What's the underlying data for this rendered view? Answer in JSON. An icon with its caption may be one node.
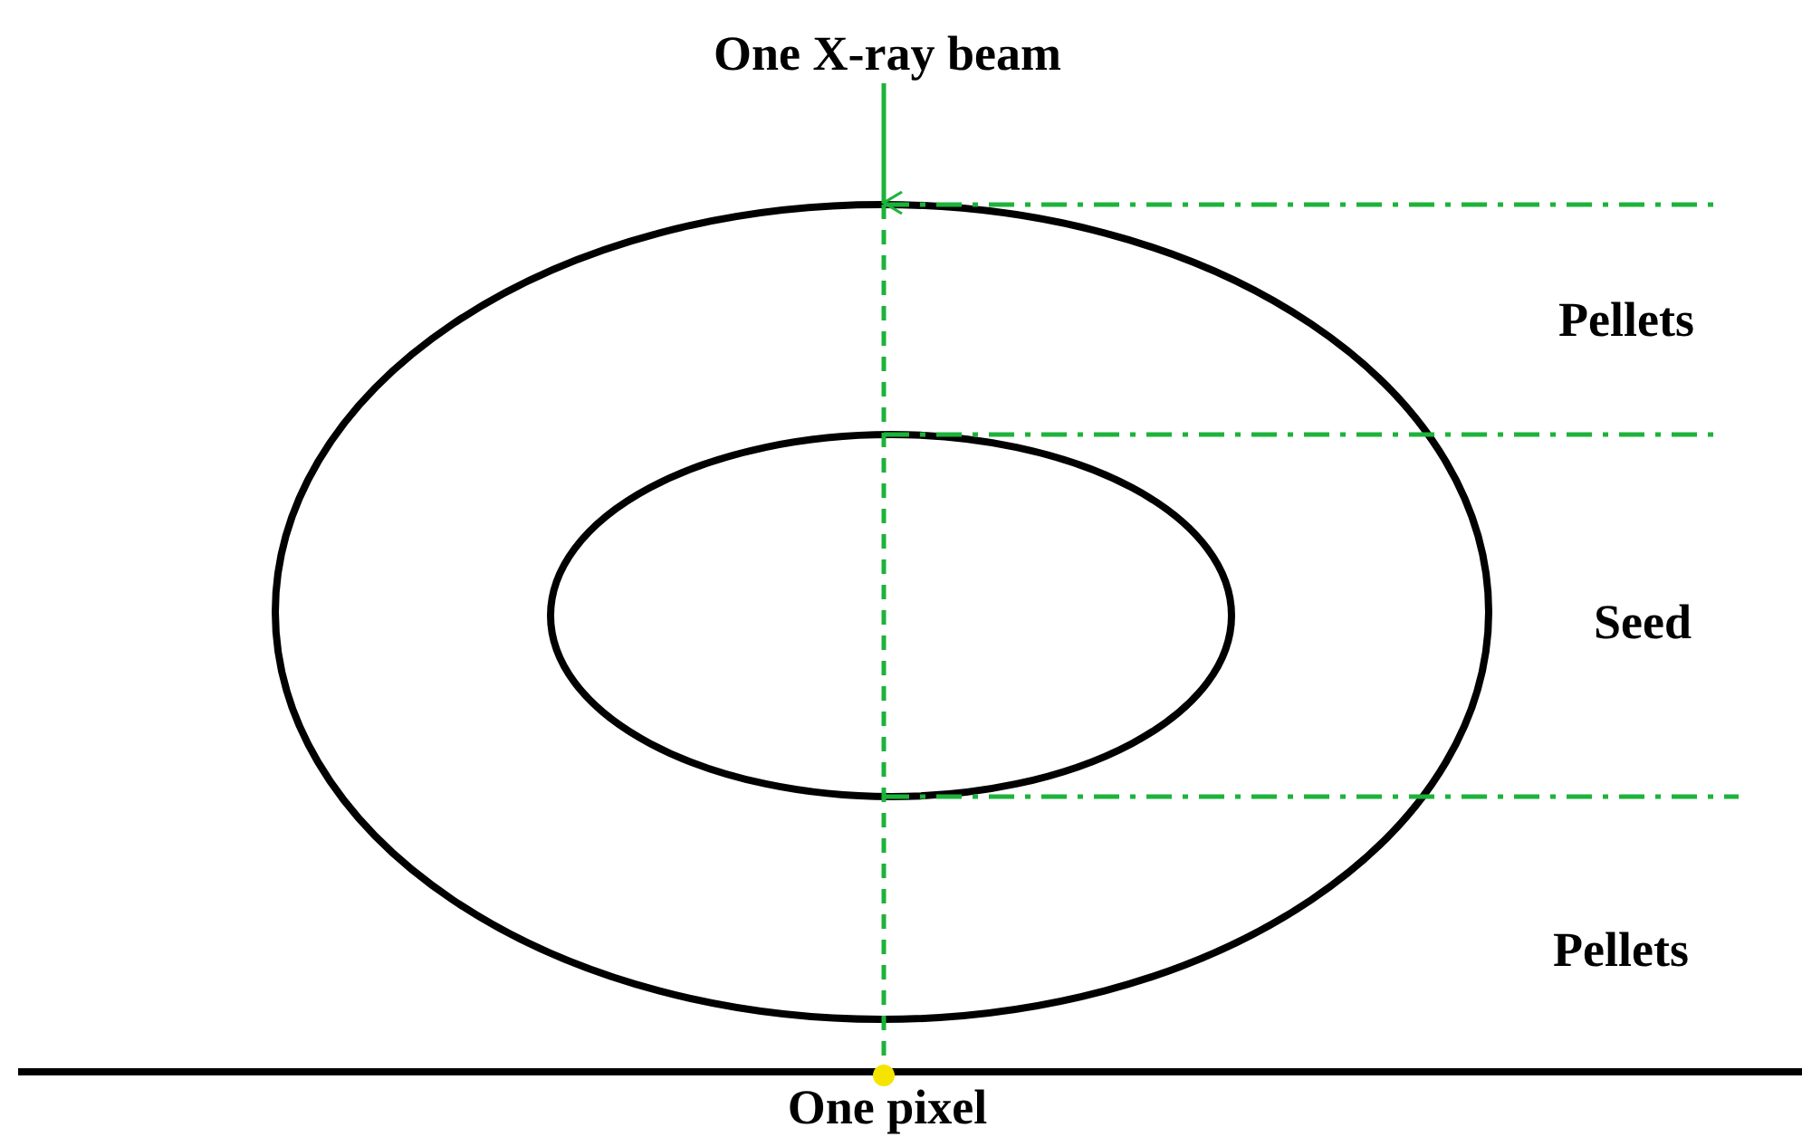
{
  "diagram": {
    "labels": [
      "One X-ray beam",
      "Pellets",
      "Seed",
      "Pellets",
      "One pixel"
    ]
  }
}
